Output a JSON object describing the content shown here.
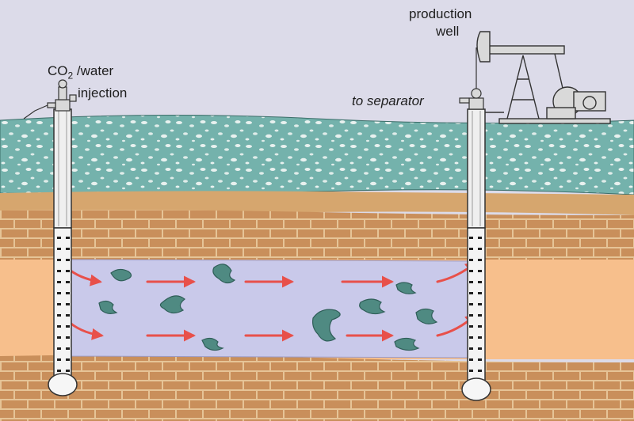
{
  "labels": {
    "injection_line1_prefix": "CO",
    "injection_line1_sub": "2",
    "injection_line1_suffix": " /water",
    "injection_line2": "injection",
    "production_line1": "production",
    "production_line2": "well",
    "separator": "to separator"
  },
  "colors": {
    "sky": "#dcdbe9",
    "surface_layer": "#74b2ac",
    "tan_band": "#d6a66e",
    "brick": "#c98f5b",
    "mortar": "#e6c497",
    "reservoir_oil": "#f7bf8c",
    "co2_flood": "#c9c9ea",
    "oil_blobs": "#4f8a82",
    "flow_arrows": "#e8504a",
    "well_casing": "#efefef"
  },
  "icons": [
    "injection-wellhead-icon",
    "pump-jack-icon",
    "flow-arrow-icon",
    "oil-blob-icon"
  ]
}
